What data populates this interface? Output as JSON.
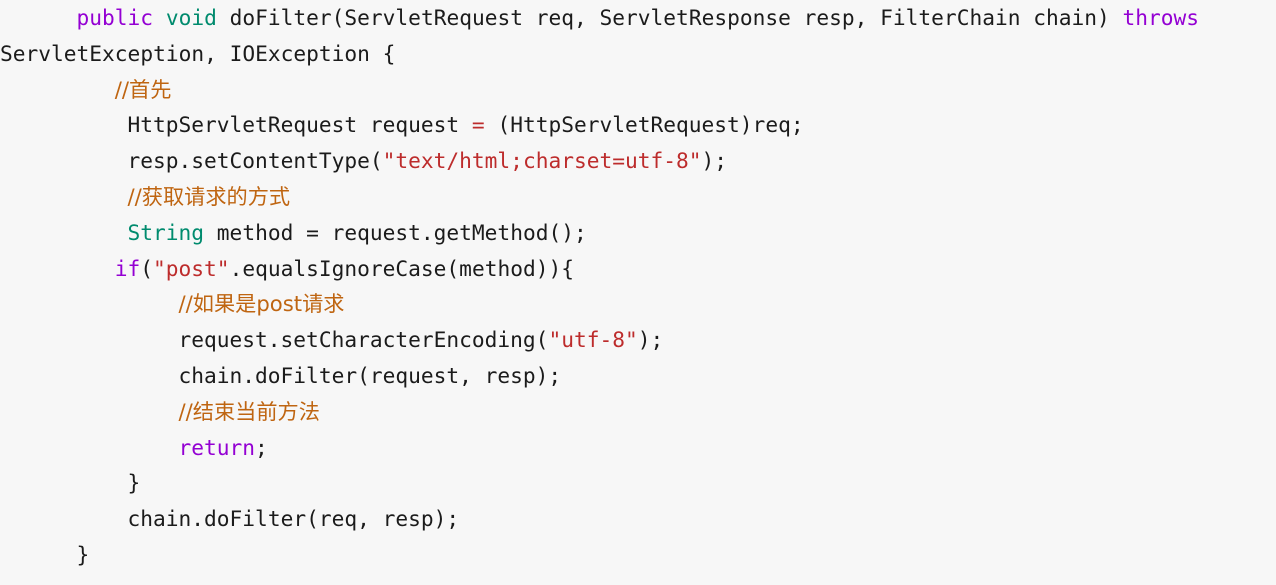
{
  "editor": {
    "language": "Java",
    "background_color": "#f7f7f7",
    "default_text_color": "#1b1b1b",
    "syntax_colors": {
      "keyword": "#9400d3",
      "type": "#008b6e",
      "comment": "#bf6511",
      "string": "#bd2c2c",
      "operator": "#bd2c2c",
      "plain": "#1b1b1b"
    }
  },
  "code": {
    "lines": [
      {
        "indent": 6,
        "tokens": [
          {
            "kind": "keyword",
            "text": "public"
          },
          {
            "kind": "plain",
            "text": " "
          },
          {
            "kind": "type",
            "text": "void"
          },
          {
            "kind": "plain",
            "text": " doFilter(ServletRequest req, ServletResponse resp, FilterChain chain) "
          },
          {
            "kind": "keyword",
            "text": "throws"
          }
        ]
      },
      {
        "indent": 0,
        "tokens": [
          {
            "kind": "plain",
            "text": "ServletException, IOException {"
          }
        ]
      },
      {
        "indent": 9,
        "tokens": [
          {
            "kind": "comment",
            "text": "//首先"
          }
        ]
      },
      {
        "indent": 10,
        "tokens": [
          {
            "kind": "plain",
            "text": "HttpServletRequest request "
          },
          {
            "kind": "operator",
            "text": "="
          },
          {
            "kind": "plain",
            "text": " (HttpServletRequest)req;"
          }
        ]
      },
      {
        "indent": 10,
        "tokens": [
          {
            "kind": "plain",
            "text": "resp.setContentType("
          },
          {
            "kind": "string",
            "text": "\"text/html;charset=utf-8\""
          },
          {
            "kind": "plain",
            "text": ");"
          }
        ]
      },
      {
        "indent": 10,
        "tokens": [
          {
            "kind": "comment",
            "text": "//获取请求的方式"
          }
        ]
      },
      {
        "indent": 10,
        "tokens": [
          {
            "kind": "type",
            "text": "String"
          },
          {
            "kind": "plain",
            "text": " method = request.getMethod();"
          }
        ]
      },
      {
        "indent": 9,
        "tokens": [
          {
            "kind": "keyword",
            "text": "if"
          },
          {
            "kind": "plain",
            "text": "("
          },
          {
            "kind": "string",
            "text": "\"post\""
          },
          {
            "kind": "plain",
            "text": ".equalsIgnoreCase(method)){"
          }
        ]
      },
      {
        "indent": 14,
        "tokens": [
          {
            "kind": "comment",
            "text": "//如果是post请求"
          }
        ]
      },
      {
        "indent": 14,
        "tokens": [
          {
            "kind": "plain",
            "text": "request.setCharacterEncoding("
          },
          {
            "kind": "string",
            "text": "\"utf-8\""
          },
          {
            "kind": "plain",
            "text": ");"
          }
        ]
      },
      {
        "indent": 14,
        "tokens": [
          {
            "kind": "plain",
            "text": "chain.doFilter(request, resp);"
          }
        ]
      },
      {
        "indent": 14,
        "tokens": [
          {
            "kind": "comment",
            "text": "//结束当前方法"
          }
        ]
      },
      {
        "indent": 14,
        "tokens": [
          {
            "kind": "keyword",
            "text": "return"
          },
          {
            "kind": "plain",
            "text": ";"
          }
        ]
      },
      {
        "indent": 10,
        "tokens": [
          {
            "kind": "plain",
            "text": "}"
          }
        ]
      },
      {
        "indent": 10,
        "tokens": [
          {
            "kind": "plain",
            "text": "chain.doFilter(req, resp);"
          }
        ]
      },
      {
        "indent": 6,
        "tokens": [
          {
            "kind": "plain",
            "text": "}"
          }
        ]
      }
    ]
  }
}
